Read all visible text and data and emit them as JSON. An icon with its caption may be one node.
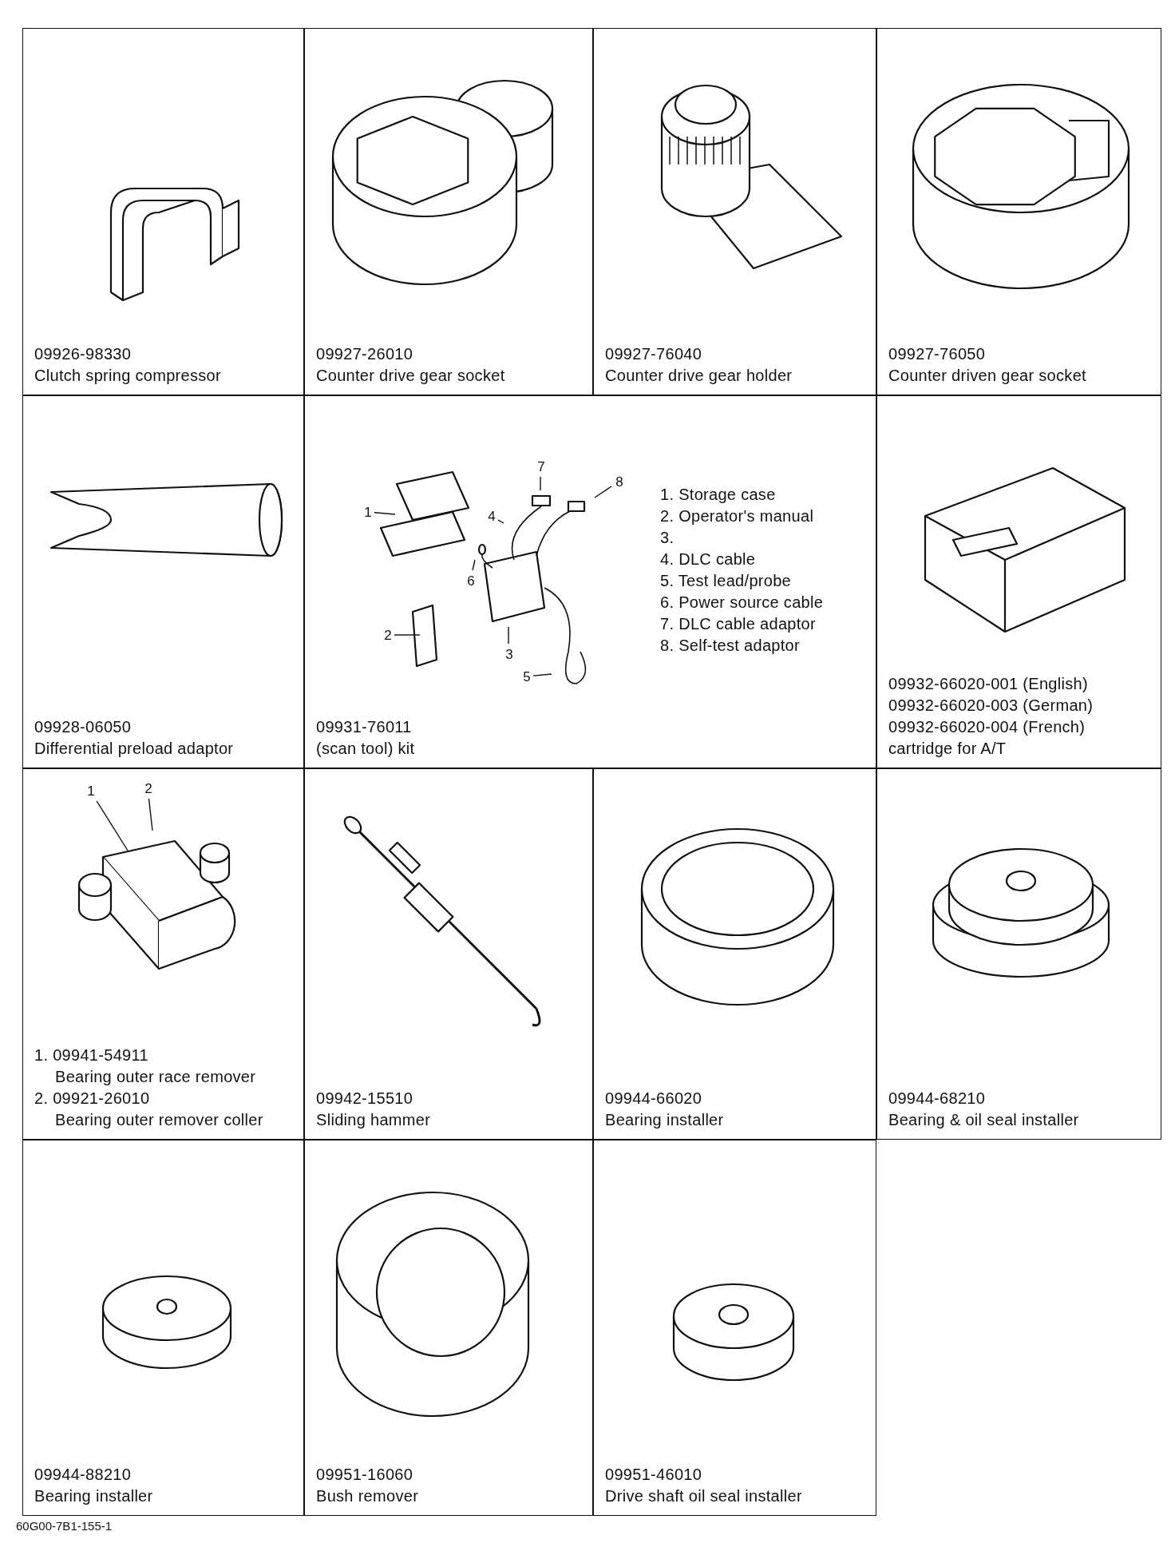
{
  "diagram": {
    "nodes": [
      {
        "text": [
          "09926-98330",
          "Clutch spring compressor"
        ]
      },
      {
        "text": [
          "09927-26010",
          "Counter drive gear socket"
        ]
      },
      {
        "text": [
          "09927-76040",
          "Counter drive gear holder"
        ]
      },
      {
        "text": [
          "09927-76050",
          "Counter driven gear socket"
        ]
      },
      {
        "text": [
          "09928-06050",
          "Differential preload adaptor"
        ]
      },
      {
        "text": [
          "1. Storage case",
          "2. Operator's manual",
          "3.",
          "4. DLC cable",
          "5. Test lead/probe",
          "6. Power source cable",
          "7. DLC cable adaptor",
          "8. Self-test adaptor",
          "09931-76011",
          "(scan tool) kit"
        ]
      },
      {
        "text": [
          "09932-66020-001 (English)",
          "09932-66020-003 (German)",
          "09932-66020-004 (French)",
          "cartridge for A/T"
        ]
      },
      {
        "text": [
          "1. 09941-54911",
          "Bearing outer race remover",
          "2. 09921-26010",
          "Bearing outer remover coller"
        ]
      },
      {
        "text": [
          "09942-15510",
          "Sliding hammer"
        ]
      },
      {
        "text": [
          "09944-66020",
          "Bearing installer"
        ]
      },
      {
        "text": [
          "09944-68210",
          "Bearing & oil seal installer"
        ]
      },
      {
        "text": [
          "09944-88210",
          "Bearing installer"
        ]
      },
      {
        "text": [
          "09951-16060",
          "Bush remover"
        ]
      },
      {
        "text": [
          "09951-46010",
          "Drive shaft oil seal installer"
        ]
      },
      {
        "text": [
          "1"
        ],
        "in": 5
      },
      {
        "text": [
          "2"
        ],
        "in": 5
      },
      {
        "text": [
          "3"
        ],
        "in": 5
      },
      {
        "text": [
          "4"
        ],
        "in": 5
      },
      {
        "text": [
          "5"
        ],
        "in": 5
      },
      {
        "text": [
          "6"
        ],
        "in": 5
      },
      {
        "text": [
          "7"
        ],
        "in": 5
      },
      {
        "text": [
          "8"
        ],
        "in": 5
      },
      {
        "text": [
          "1"
        ],
        "in": 7
      },
      {
        "text": [
          "2"
        ],
        "in": 7
      }
    ],
    "edges": [
      {
        "from": 14,
        "to": null,
        "arrow": "none"
      },
      {
        "from": 15,
        "to": null,
        "arrow": "none"
      },
      {
        "from": 16,
        "to": null,
        "arrow": "none"
      },
      {
        "from": 17,
        "to": null,
        "arrow": "none"
      },
      {
        "from": 18,
        "to": null,
        "arrow": "none"
      },
      {
        "from": 19,
        "to": null,
        "arrow": "none"
      },
      {
        "from": 20,
        "to": null,
        "arrow": "none"
      },
      {
        "from": 21,
        "to": null,
        "arrow": "none"
      },
      {
        "from": 22,
        "to": null,
        "arrow": "none"
      },
      {
        "from": 23,
        "to": null,
        "arrow": "none"
      }
    ],
    "labels": [
      "60G00-7B1-155-1"
    ]
  }
}
